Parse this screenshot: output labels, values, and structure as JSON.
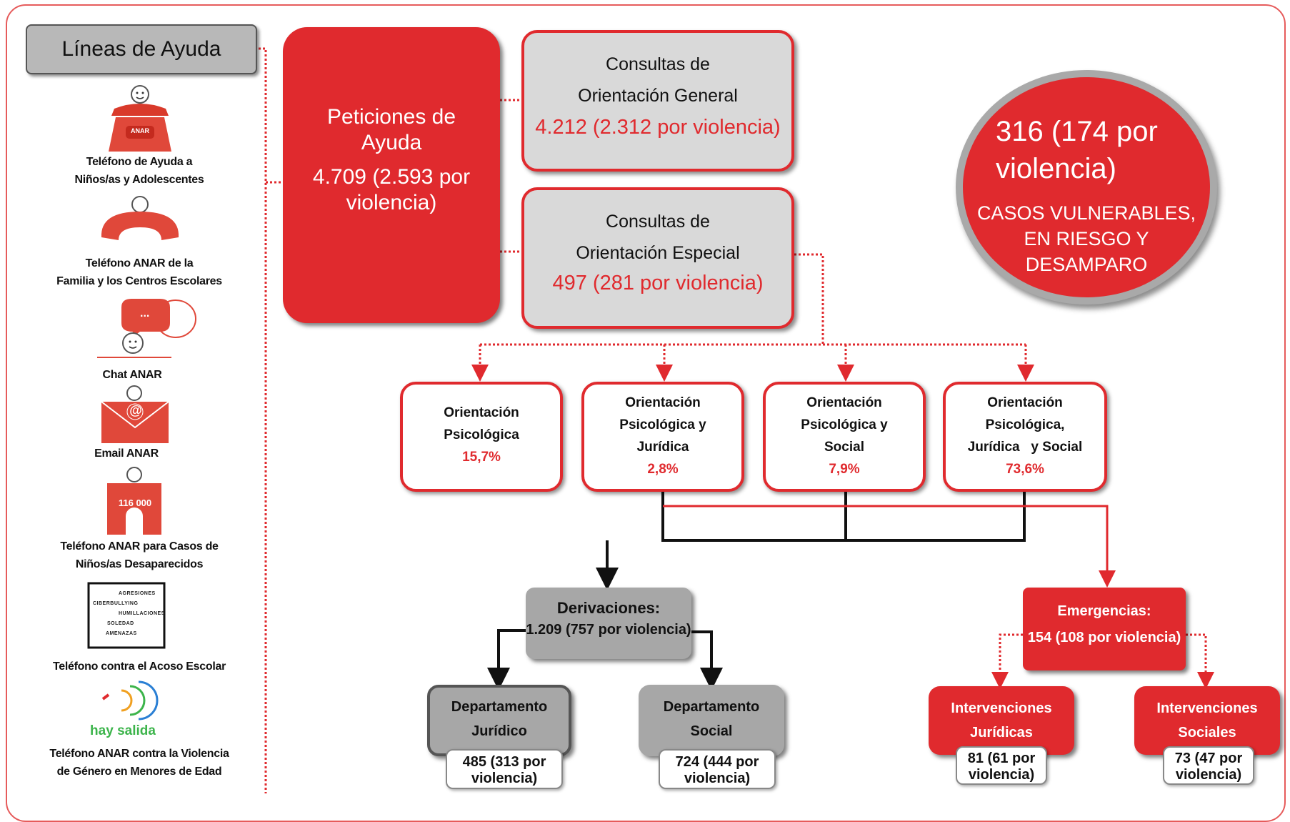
{
  "helplines": {
    "title": "Líneas de Ayuda",
    "items": [
      {
        "label_line1": "Teléfono de Ayuda a",
        "label_line2": "Niños/as y Adolescentes",
        "icon": "phone-icon",
        "badge": "ANAR"
      },
      {
        "label_line1": "Teléfono ANAR de la",
        "label_line2": "Familia y los Centros Escolares",
        "icon": "handset-icon"
      },
      {
        "label_line1": "Chat ANAR",
        "icon": "chat-icon",
        "bubble": "..."
      },
      {
        "label_line1": "Email ANAR",
        "icon": "email-icon",
        "at": "@"
      },
      {
        "label_line1": "Teléfono ANAR para Casos de",
        "label_line2": "Niños/as Desaparecidos",
        "icon": "puzzle-icon",
        "number": "116 000"
      },
      {
        "label_line1": "Teléfono contra el Acoso Escolar",
        "icon": "acronym-icon",
        "acronym": [
          "AGRESIONES",
          "CIBERBULLYING",
          "HUMILLACIONES",
          "SOLEDAD",
          "AMENAZAS"
        ]
      },
      {
        "label_line1": "Teléfono ANAR contra la Violencia",
        "label_line2": "de Género en Menores de Edad",
        "icon": "hay-salida-logo",
        "logo_text": "hay salida"
      }
    ]
  },
  "requests": {
    "title_line1": "Peticiones de",
    "title_line2": "Ayuda",
    "value_line1": "4.709 (2.593 por",
    "value_line2": "violencia)"
  },
  "general": {
    "title_line1": "Consultas de",
    "title_line2": "Orientación General",
    "value": "4.212 (2.312 por violencia)"
  },
  "special": {
    "title_line1": "Consultas de",
    "title_line2": "Orientación Especial",
    "value": "497 (281 por violencia)"
  },
  "vulnerable": {
    "value_line1": "316 (174 por",
    "value_line2": "violencia)",
    "label_line1": "CASOS VULNERABLES,",
    "label_line2": "EN RIESGO Y",
    "label_line3": "DESAMPARO"
  },
  "orientations": [
    {
      "lines": [
        "Orientación",
        "Psicológica"
      ],
      "pct": "15,7%"
    },
    {
      "lines": [
        "Orientación",
        "Psicológica y",
        "Jurídica"
      ],
      "pct": "2,8%"
    },
    {
      "lines": [
        "Orientación",
        "Psicológica y",
        "Social"
      ],
      "pct": "7,9%"
    },
    {
      "lines": [
        "Orientación",
        "Psicológica,",
        "Jurídica   y Social"
      ],
      "pct": "73,6%"
    }
  ],
  "derivations": {
    "title": "Derivaciones:",
    "value": "1.209 (757 por violencia)"
  },
  "departments": [
    {
      "title_line1": "Departamento",
      "title_line2": "Jurídico",
      "value_line1": "485 (313 por",
      "value_line2": "violencia)"
    },
    {
      "title_line1": "Departamento",
      "title_line2": "Social",
      "value_line1": "724 (444 por",
      "value_line2": "violencia)"
    }
  ],
  "emergencies": {
    "title": "Emergencias:",
    "value": "154 (108 por violencia)"
  },
  "interventions": [
    {
      "title_line1": "Intervenciones",
      "title_line2": "Jurídicas",
      "value_line1": "81 (61 por",
      "value_line2": "violencia)"
    },
    {
      "title_line1": "Intervenciones",
      "title_line2": "Sociales",
      "value_line1": "73 (47 por",
      "value_line2": "violencia)"
    }
  ],
  "colors": {
    "red": "#e02a2e",
    "grey": "#d9d9d9",
    "dark_grey": "#a7a7a7",
    "border": "#e65b5b"
  }
}
